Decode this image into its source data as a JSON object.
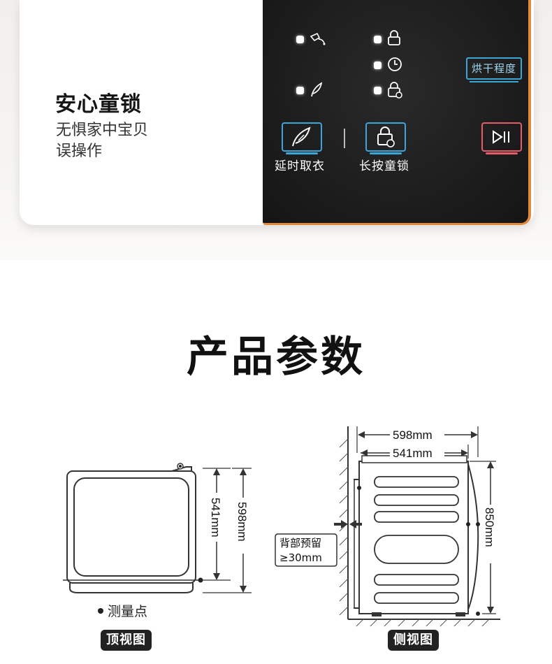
{
  "feature": {
    "title": "安心童锁",
    "desc_line1": "无惧家中宝贝",
    "desc_line2": "误操作"
  },
  "panel": {
    "dry_level_label": "烘干程度",
    "delay_label": "延时取衣",
    "lock_label": "长按童锁",
    "icons": [
      "dryer-pour-icon",
      "lock-icon",
      "clock-icon",
      "feather-icon",
      "child-lock-icon",
      "play-pause-icon"
    ]
  },
  "params": {
    "title": "产品参数"
  },
  "top_view": {
    "dim_inner": "541mm",
    "dim_outer": "598mm",
    "measure_point_label": "测量点",
    "caption": "顶视图"
  },
  "side_view": {
    "dim_outer": "598mm",
    "dim_inner": "541mm",
    "dim_height": "850mm",
    "rear_gap_line1": "背部预留",
    "rear_gap_line2": "≥30mm",
    "caption": "侧视图"
  },
  "colors": {
    "panel_accent_blue": "#3ea6d6",
    "panel_accent_pink": "#e45e6a",
    "panel_border_orange": "#e08a3a"
  }
}
